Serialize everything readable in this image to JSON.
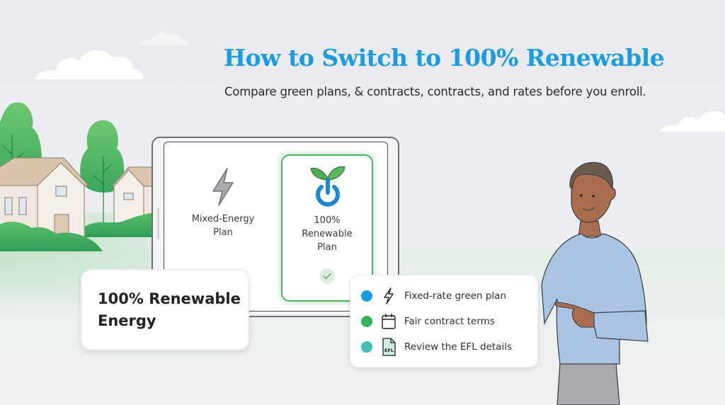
{
  "header": {
    "title": "How to Switch to 100% Renewable",
    "subtitle": "Compare green plans, & contracts, contracts, and rates before you enroll."
  },
  "plans": [
    {
      "label_line1": "Mixed-Energy",
      "label_line2": "Plan",
      "icon": "lightning-bolt-icon",
      "selected": false
    },
    {
      "label_line1": "100%",
      "label_line2": "Renewable",
      "label_line3": "Plan",
      "icon": "leaf-power-icon",
      "selected": true
    }
  ],
  "energy_card": {
    "line1": "100% Renewable",
    "line2": "Energy"
  },
  "checklist": [
    {
      "label": "Fixed-rate green plan",
      "dot_color": "#1a9be9",
      "icon": "lightning-icon"
    },
    {
      "label": "Fair contract terms",
      "dot_color": "#34b25a",
      "icon": "calendar-icon"
    },
    {
      "label": "Review the EFL details",
      "dot_color": "#45bcb4",
      "icon": "document-efl-icon",
      "icon_text": "EFL"
    }
  ],
  "colors": {
    "title": "#1a9be3",
    "selected_border": "#4cb564",
    "sky": "#e8eaee"
  }
}
